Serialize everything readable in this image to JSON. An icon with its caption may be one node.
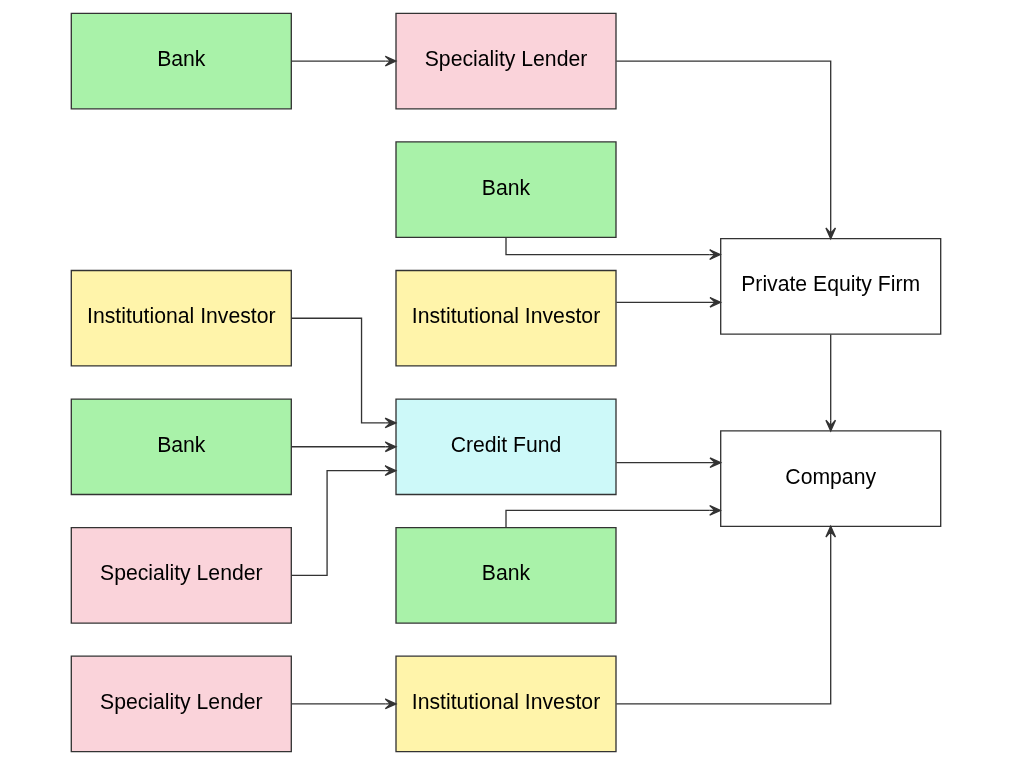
{
  "diagram": {
    "nodes": [
      {
        "text": [
          "Bank"
        ]
      },
      {
        "text": [
          "Speciality Lender"
        ]
      },
      {
        "text": [
          "Bank"
        ]
      },
      {
        "text": [
          "Institutional Investor"
        ]
      },
      {
        "text": [
          "Private Equity Firm"
        ]
      },
      {
        "text": [
          "Institutional Investor"
        ]
      },
      {
        "text": [
          "Bank"
        ]
      },
      {
        "text": [
          "Credit Fund"
        ]
      },
      {
        "text": [
          "Company"
        ]
      },
      {
        "text": [
          "Speciality Lender"
        ]
      },
      {
        "text": [
          "Bank"
        ]
      },
      {
        "text": [
          "Speciality Lender"
        ]
      },
      {
        "text": [
          "Institutional Investor"
        ]
      }
    ],
    "edges": [
      {
        "from": 0,
        "to": 1,
        "arrow": "to"
      },
      {
        "from": 1,
        "to": 4,
        "arrow": "to"
      },
      {
        "from": 2,
        "to": 4,
        "arrow": "to"
      },
      {
        "from": 5,
        "to": 4,
        "arrow": "to"
      },
      {
        "from": 4,
        "to": 8,
        "arrow": "to"
      },
      {
        "from": 3,
        "to": 7,
        "arrow": "to"
      },
      {
        "from": 6,
        "to": 7,
        "arrow": "to"
      },
      {
        "from": 9,
        "to": 7,
        "arrow": "to"
      },
      {
        "from": 7,
        "to": 8,
        "arrow": "to"
      },
      {
        "from": 10,
        "to": 8,
        "arrow": "to"
      },
      {
        "from": 11,
        "to": 12,
        "arrow": "to"
      },
      {
        "from": 12,
        "to": 8,
        "arrow": "to"
      }
    ]
  }
}
